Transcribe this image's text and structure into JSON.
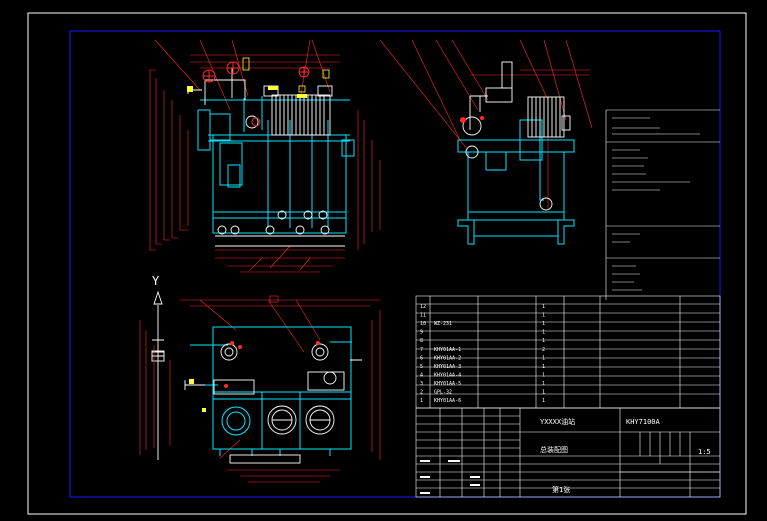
{
  "colors": {
    "background": "#000000",
    "outer_frame": "#ffffff",
    "inner_frame": "#1a1aff",
    "outline": "#ffffff",
    "body": "#00e5ff",
    "dimension": "#ff2a2a",
    "detail": "#ffffff",
    "accent": "#ffff33",
    "table": "#ffffff",
    "notes": "#ffffff"
  },
  "axis_label": "Y",
  "title_block": {
    "title": "YXXXX油站",
    "drawing_no": "KHY7100A",
    "subtitle": "总装配图",
    "scale": "1:5",
    "sheet": "第1张"
  },
  "parts_list": [
    {
      "no": "12",
      "code": "",
      "name": "",
      "qty": "1"
    },
    {
      "no": "11",
      "code": "",
      "name": "",
      "qty": "1"
    },
    {
      "no": "10",
      "code": "WZ-231",
      "name": "",
      "qty": "1"
    },
    {
      "no": "9",
      "code": "",
      "name": "",
      "qty": "1"
    },
    {
      "no": "8",
      "code": "",
      "name": "",
      "qty": "1"
    },
    {
      "no": "7",
      "code": "KHY01AA-1",
      "name": "",
      "qty": "2"
    },
    {
      "no": "6",
      "code": "KHY01AA-2",
      "name": "",
      "qty": "1"
    },
    {
      "no": "5",
      "code": "KHY01AA-3",
      "name": "",
      "qty": "1"
    },
    {
      "no": "4",
      "code": "KHY01AA-4",
      "name": "",
      "qty": "1"
    },
    {
      "no": "3",
      "code": "KHY01AA-5",
      "name": "",
      "qty": "1"
    },
    {
      "no": "2",
      "code": "GPL-32",
      "name": "",
      "qty": "1"
    },
    {
      "no": "1",
      "code": "KHY01AA-6",
      "name": "",
      "qty": "1"
    }
  ]
}
